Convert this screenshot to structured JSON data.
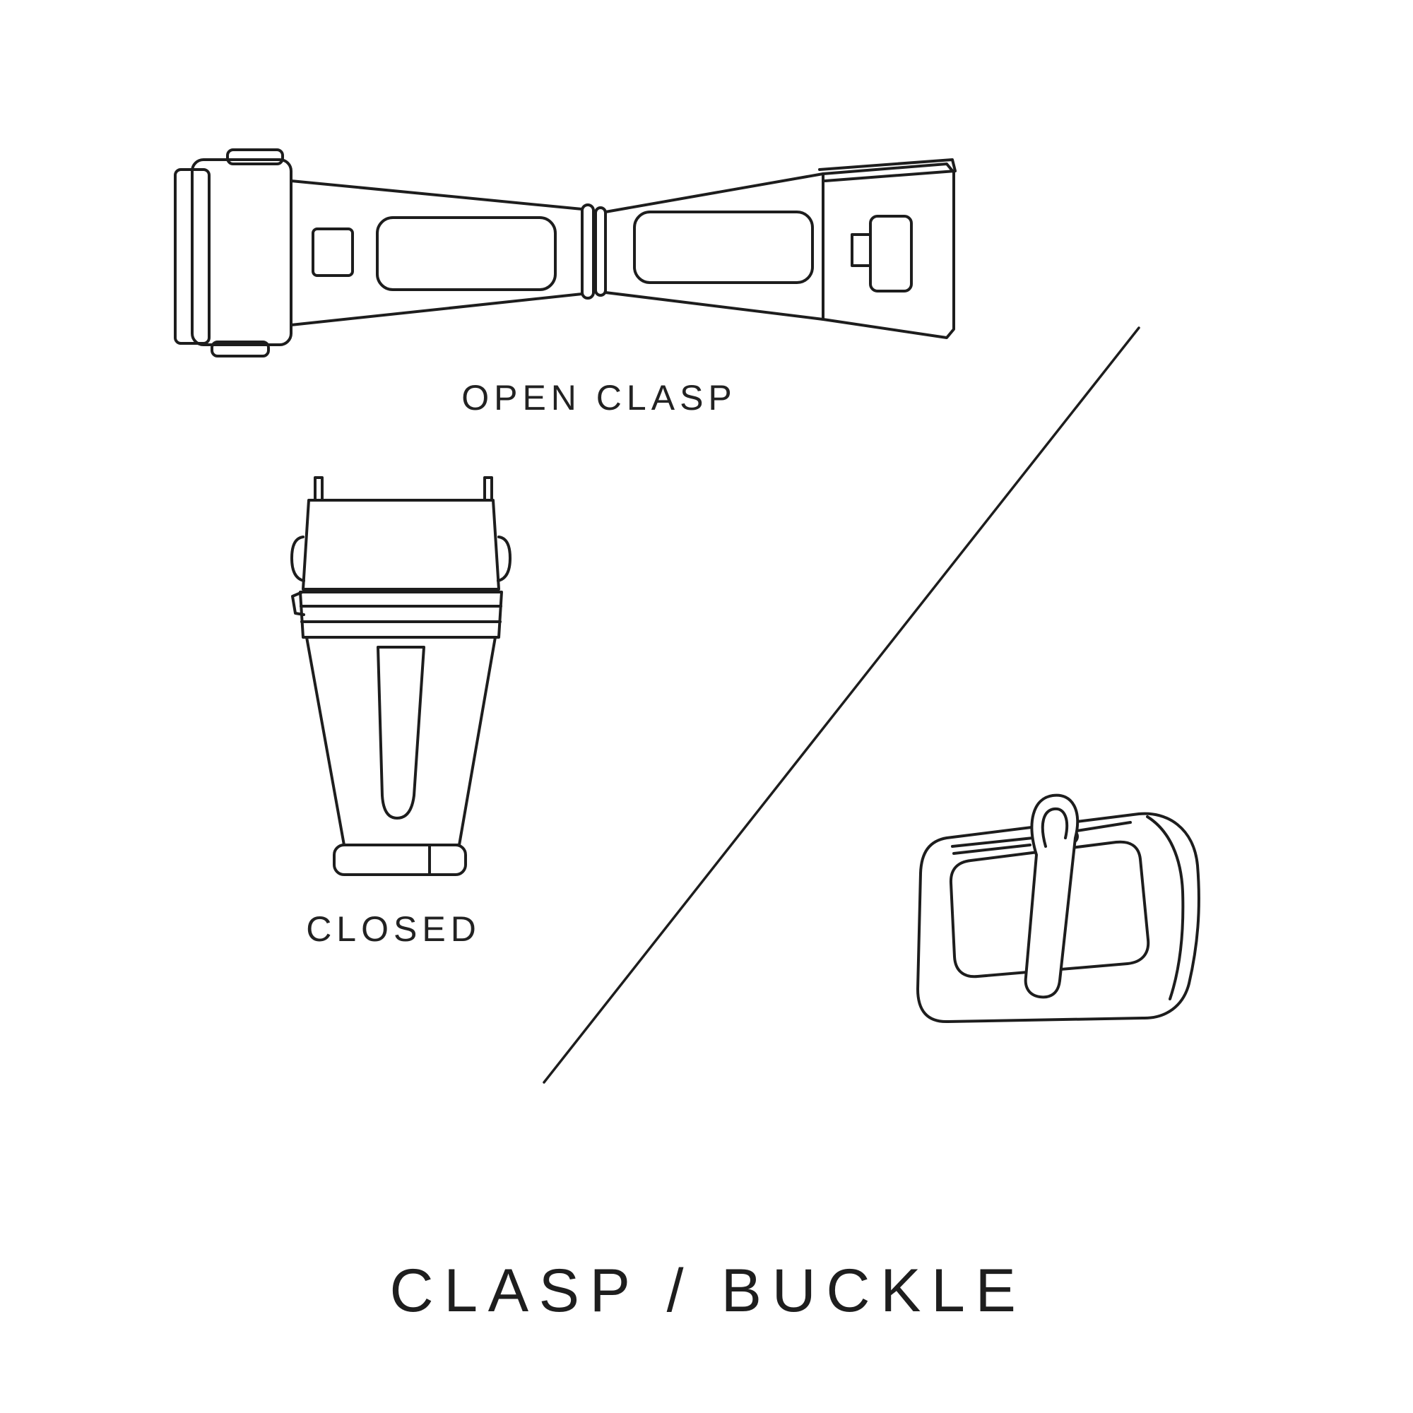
{
  "page": {
    "title": "CLASP / BUCKLE",
    "background_color": "#ffffff",
    "line_color": "#1d1d1d",
    "text_color": "#222222"
  },
  "labels": {
    "open_clasp": "OPEN CLASP",
    "closed": "CLOSED"
  },
  "figures": [
    {
      "name": "open-clasp-illustration"
    },
    {
      "name": "closed-clasp-illustration"
    },
    {
      "name": "divider-line"
    },
    {
      "name": "tang-buckle-illustration"
    }
  ]
}
